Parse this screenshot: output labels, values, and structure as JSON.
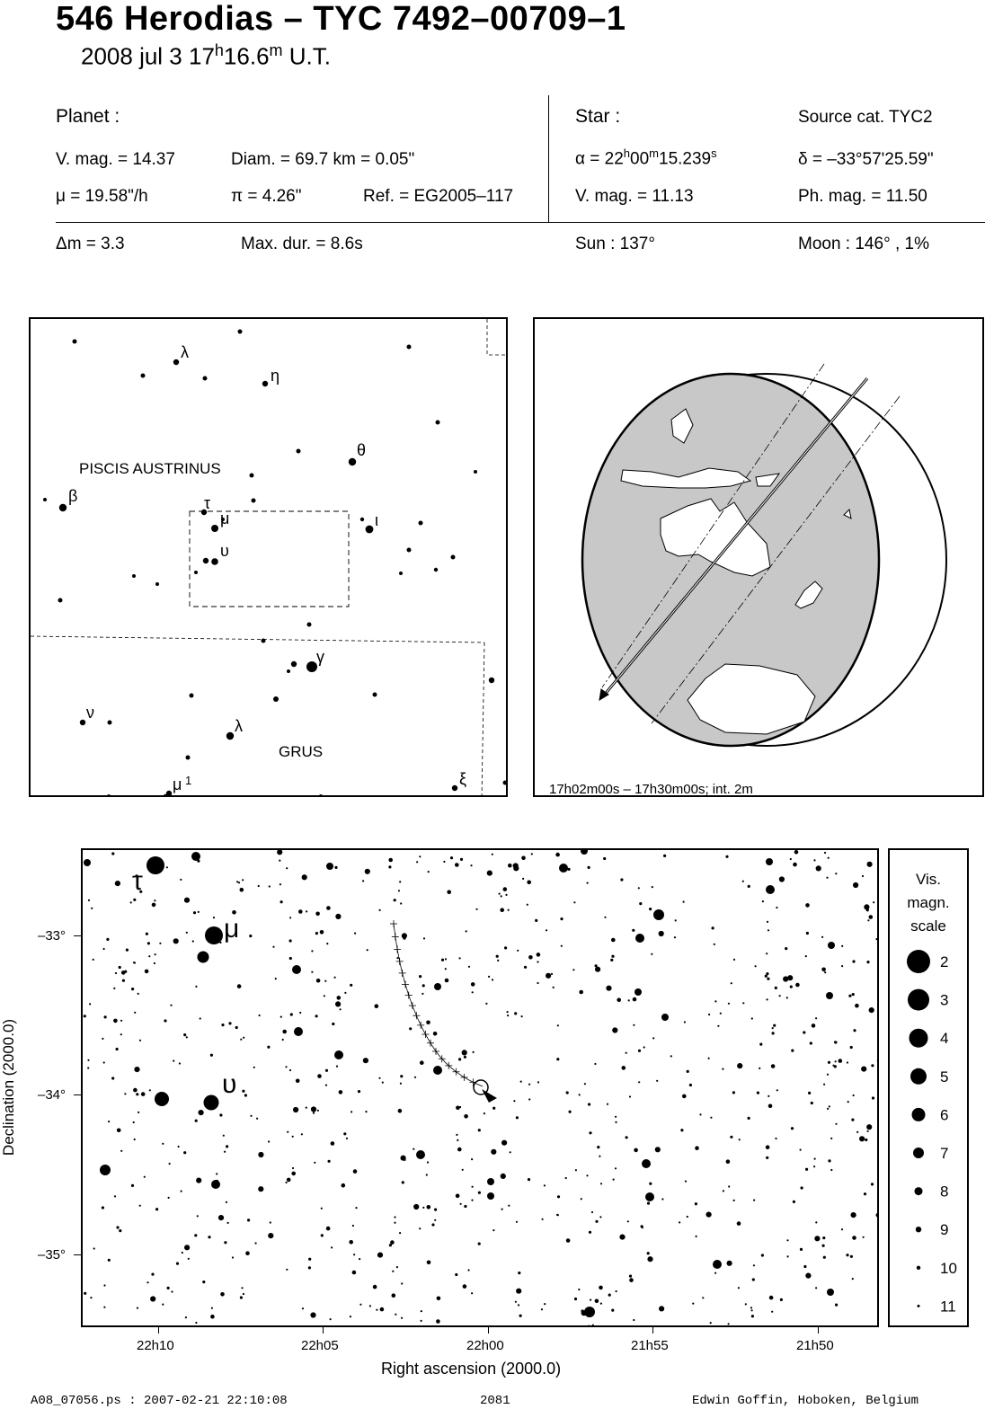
{
  "header": {
    "title": "546 Herodias  –  TYC 7492–00709–1",
    "date_prefix": "2008 jul  3  17",
    "time_h_unit": "h",
    "time_minutes": "16.6",
    "time_m_unit": "m",
    "time_suffix": " U.T."
  },
  "planet": {
    "heading": "Planet :",
    "vmag": "V. mag. = 14.37",
    "diam": "Diam. = 69.7 km = 0.05\"",
    "mu": "μ =  19.58\"/h",
    "pi": "π =  4.26\"",
    "ref": "Ref. = EG2005–117"
  },
  "star": {
    "heading": "Star :",
    "source": "Source cat.  TYC2",
    "alpha_prefix": "α = 22",
    "alpha_h": "h",
    "alpha_min": "00",
    "alpha_m": "m",
    "alpha_sec": "15.239",
    "alpha_s": "s",
    "delta": "δ = –33°57'25.59\"",
    "vmag": "V. mag. = 11.13",
    "phmag": "Ph. mag. = 11.50"
  },
  "event": {
    "dm": "Δm = 3.3",
    "maxdur": "Max. dur. = 8.6s",
    "sun": "Sun : 137°",
    "moon": "Moon : 146° ,  1%"
  },
  "finder_chart": {
    "constellations": [
      "PISCIS AUSTRINUS",
      "GRUS"
    ],
    "star_labels": [
      "λ",
      "η",
      "θ",
      "β",
      "τ",
      "μ",
      "ι",
      "υ",
      "γ",
      "ν",
      "λ",
      "μ",
      "1",
      "ξ"
    ]
  },
  "globe": {
    "caption": "17h02m00s – 17h30m00s; int.  2m"
  },
  "detail_chart": {
    "ylabel": "Declination (2000.0)",
    "xlabel": "Right ascension (2000.0)",
    "yticks": [
      "–33°",
      "–34°",
      "–35°"
    ],
    "xticks": [
      "22h10",
      "22h05",
      "22h00",
      "21h55",
      "21h50"
    ],
    "star_labels": [
      "τ",
      "μ",
      "υ"
    ],
    "scale_title": [
      "Vis.",
      "magn.",
      "scale"
    ],
    "scale_values": [
      "2",
      "3",
      "4",
      "5",
      "6",
      "7",
      "8",
      "9",
      "10",
      "11"
    ]
  },
  "footer": {
    "left": "A08_07056.ps : 2007-02-21 22:10:08",
    "center": "2081",
    "right": "Edwin Goffin, Hoboken, Belgium"
  }
}
